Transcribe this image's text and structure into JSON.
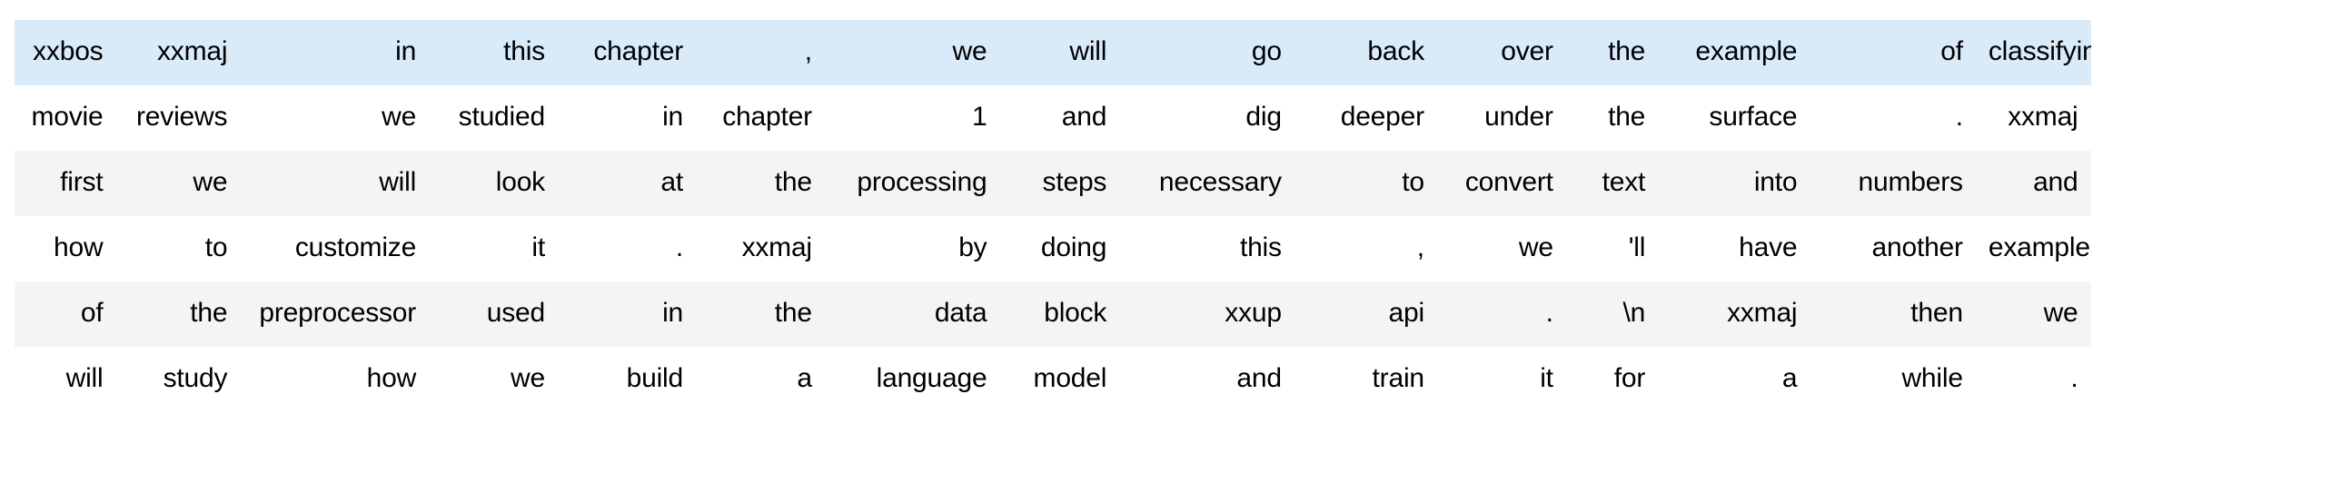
{
  "table": {
    "column_count": 16,
    "row_count": 6,
    "alignment": "right",
    "colors": {
      "highlight_row_background": "#d9eaf9",
      "odd_row_background": "#f4f4f4",
      "even_row_background": "#ffffff",
      "page_background": "#ffffff",
      "text": "#000000"
    },
    "column_widths_pct": [
      5.0,
      6.2,
      8.2,
      6.2,
      6.2,
      6.2,
      8.5,
      6.2,
      8.0,
      6.8,
      5.2,
      4.4,
      7.0,
      8.0,
      4.5,
      8.2
    ],
    "rows": [
      {
        "style": "highlight",
        "cells": [
          "xxbos",
          "xxmaj",
          "in",
          "this",
          "chapter",
          ",",
          "we",
          "will",
          "go",
          "back",
          "over",
          "the",
          "example",
          "of",
          "classifying"
        ]
      },
      {
        "style": "even",
        "cells": [
          "movie",
          "reviews",
          "we",
          "studied",
          "in",
          "chapter",
          "1",
          "and",
          "dig",
          "deeper",
          "under",
          "the",
          "surface",
          ".",
          "xxmaj"
        ]
      },
      {
        "style": "odd",
        "cells": [
          "first",
          "we",
          "will",
          "look",
          "at",
          "the",
          "processing",
          "steps",
          "necessary",
          "to",
          "convert",
          "text",
          "into",
          "numbers",
          "and"
        ]
      },
      {
        "style": "even",
        "cells": [
          "how",
          "to",
          "customize",
          "it",
          ".",
          "xxmaj",
          "by",
          "doing",
          "this",
          ",",
          "we",
          "'ll",
          "have",
          "another",
          "example"
        ]
      },
      {
        "style": "odd",
        "cells": [
          "of",
          "the",
          "preprocessor",
          "used",
          "in",
          "the",
          "data",
          "block",
          "xxup",
          "api",
          ".",
          "\\n",
          "xxmaj",
          "then",
          "we"
        ]
      },
      {
        "style": "even",
        "cells": [
          "will",
          "study",
          "how",
          "we",
          "build",
          "a",
          "language",
          "model",
          "and",
          "train",
          "it",
          "for",
          "a",
          "while",
          "."
        ]
      }
    ]
  }
}
